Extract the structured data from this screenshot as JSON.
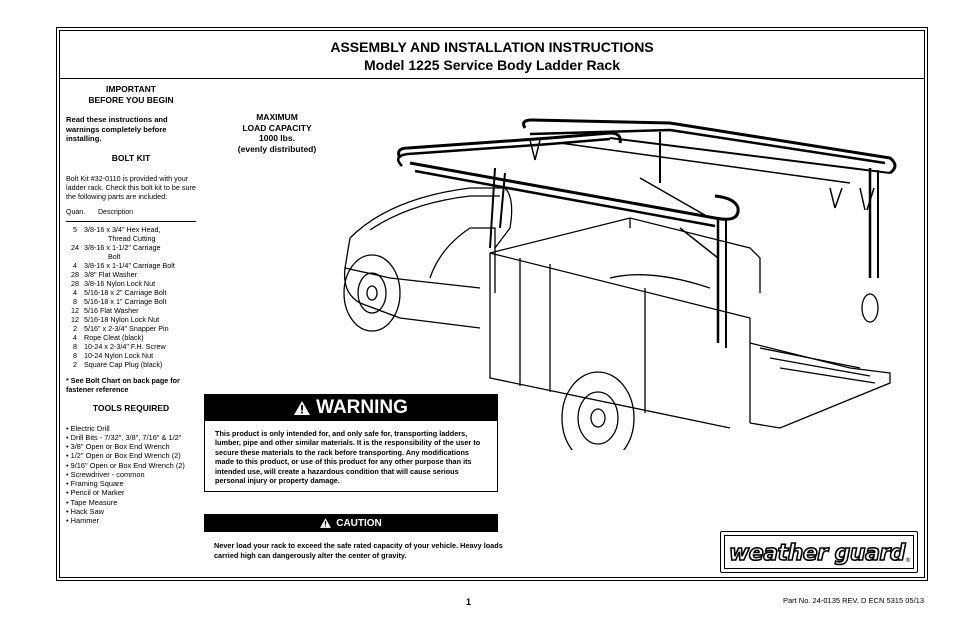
{
  "header": {
    "title_line1": "ASSEMBLY AND INSTALLATION INSTRUCTIONS",
    "title_line2": "Model 1225 Service Body Ladder Rack"
  },
  "important": {
    "heading_line1": "IMPORTANT",
    "heading_line2": "BEFORE YOU BEGIN",
    "text": "Read these instructions and warnings completely before installing."
  },
  "bolt_kit": {
    "heading": "BOLT KIT",
    "intro": "Bolt Kit #32-0110 is provided with your ladder rack. Check this bolt kit to be sure the following parts are included:",
    "col_quan": "Quan.",
    "col_desc": "Description",
    "parts": [
      {
        "qty": "5",
        "desc": "3/8-16 x 3/4\" Hex Head,",
        "desc2": "Thread Cutting"
      },
      {
        "qty": "24",
        "desc": "3/8-16 x 1-1/2\" Carriage",
        "desc2": "Bolt"
      },
      {
        "qty": "4",
        "desc": "3/8-16 x 1-1/4\" Carriage Bolt",
        "desc2": ""
      },
      {
        "qty": "28",
        "desc": "3/8\" Flat Washer",
        "desc2": ""
      },
      {
        "qty": "28",
        "desc": "3/8-16 Nylon Lock Nut",
        "desc2": ""
      },
      {
        "qty": "4",
        "desc": "5/16-18 x 2\" Carriage Bolt",
        "desc2": ""
      },
      {
        "qty": "8",
        "desc": "5/16-18 x 1\" Carriage Bolt",
        "desc2": ""
      },
      {
        "qty": "12",
        "desc": "5/16 Flat Washer",
        "desc2": ""
      },
      {
        "qty": "12",
        "desc": "5/16-18 Nylon Lock Nut",
        "desc2": ""
      },
      {
        "qty": "2",
        "desc": "5/16\" x 2-3/4\" Snapper Pin",
        "desc2": ""
      },
      {
        "qty": "4",
        "desc": "Rope Cleat (black)",
        "desc2": ""
      },
      {
        "qty": "8",
        "desc": "10-24 x 2-3/4\" F.H. Screw",
        "desc2": ""
      },
      {
        "qty": "8",
        "desc": "10-24 Nylon Lock Nut",
        "desc2": ""
      },
      {
        "qty": "2",
        "desc": "Square Cap Plug (black)",
        "desc2": ""
      }
    ],
    "note": "* See Bolt Chart on back page for fastener reference"
  },
  "tools": {
    "heading": "TOOLS REQUIRED",
    "items": [
      "• Electric Drill",
      "• Drill Bits - 7/32\", 3/8\", 7/16\" & 1/2\"",
      "• 3/8\" Open or Box End Wrench",
      "• 1/2\" Open or Box End Wrench (2)",
      "• 9/16\" Open or Box End Wrench (2)",
      "• Screwdriver - common",
      "• Framing Square",
      "• Pencil or Marker",
      "• Tape Measure",
      "• Hack Saw",
      "• Hammer"
    ]
  },
  "capacity": {
    "line1": "MAXIMUM",
    "line2": "LOAD CAPACITY",
    "line3": "1000 lbs.",
    "line4": "(evenly distributed)"
  },
  "warning": {
    "label": "WARNING",
    "icon": "warning-triangle-icon",
    "text": "This product is only intended for, and only safe for, transporting ladders, lumber, pipe and other similar materials. It is the responsibility of the user to secure these materials to the rack before transporting. Any modifications made to this product, or use of this product for any other purpose than its intended use, will create a hazardous condition that will cause serious personal injury or property damage."
  },
  "caution": {
    "label": "CAUTION",
    "icon": "warning-triangle-icon",
    "text": "Never load your rack to exceed the safe rated capacity of your vehicle. Heavy loads carried high can dangerously alter the center of gravity."
  },
  "logo": {
    "text": "weather guard",
    "mark": "®"
  },
  "footer": {
    "page_number": "1",
    "part_number": "Part No. 24-0135 REV. D ECN 5315 05/13"
  },
  "colors": {
    "ink": "#000000",
    "paper": "#ffffff"
  }
}
